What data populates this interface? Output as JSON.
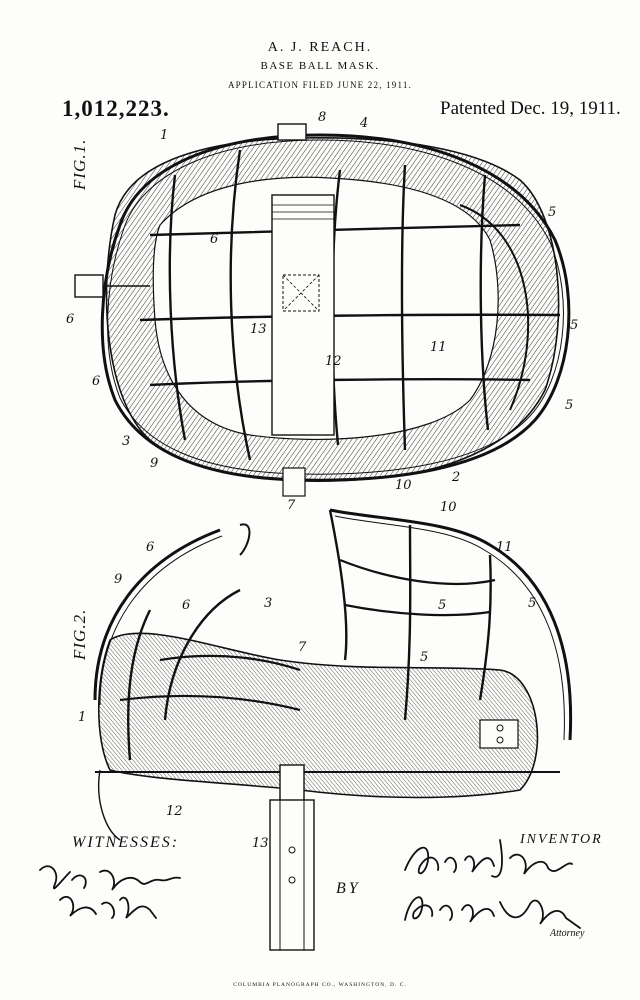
{
  "header": {
    "inventor_name": "A. J. REACH.",
    "title": "BASE BALL MASK.",
    "application_filed": "APPLICATION FILED JUNE 22, 1911.",
    "patent_number": "1,012,223.",
    "patented_date": "Patented Dec. 19, 1911."
  },
  "figures": {
    "fig1_label": "FIG.1.",
    "fig2_label": "FIG.2.",
    "fig1_refs": [
      "1",
      "8",
      "4",
      "6",
      "5",
      "5",
      "6",
      "13",
      "11",
      "6",
      "12",
      "5",
      "3",
      "9",
      "10",
      "2",
      "7"
    ],
    "fig2_refs": [
      "6",
      "10",
      "11",
      "9",
      "3",
      "6",
      "5",
      "5",
      "7",
      "5",
      "1",
      "12",
      "13"
    ]
  },
  "footer_block": {
    "witnesses_label": "WITNESSES:",
    "inventor_label": "INVENTOR",
    "by_label": "BY",
    "attorney_label": "Attorney"
  },
  "imprint": "COLUMBIA PLANOGRAPH CO., WASHINGTON, D. C."
}
